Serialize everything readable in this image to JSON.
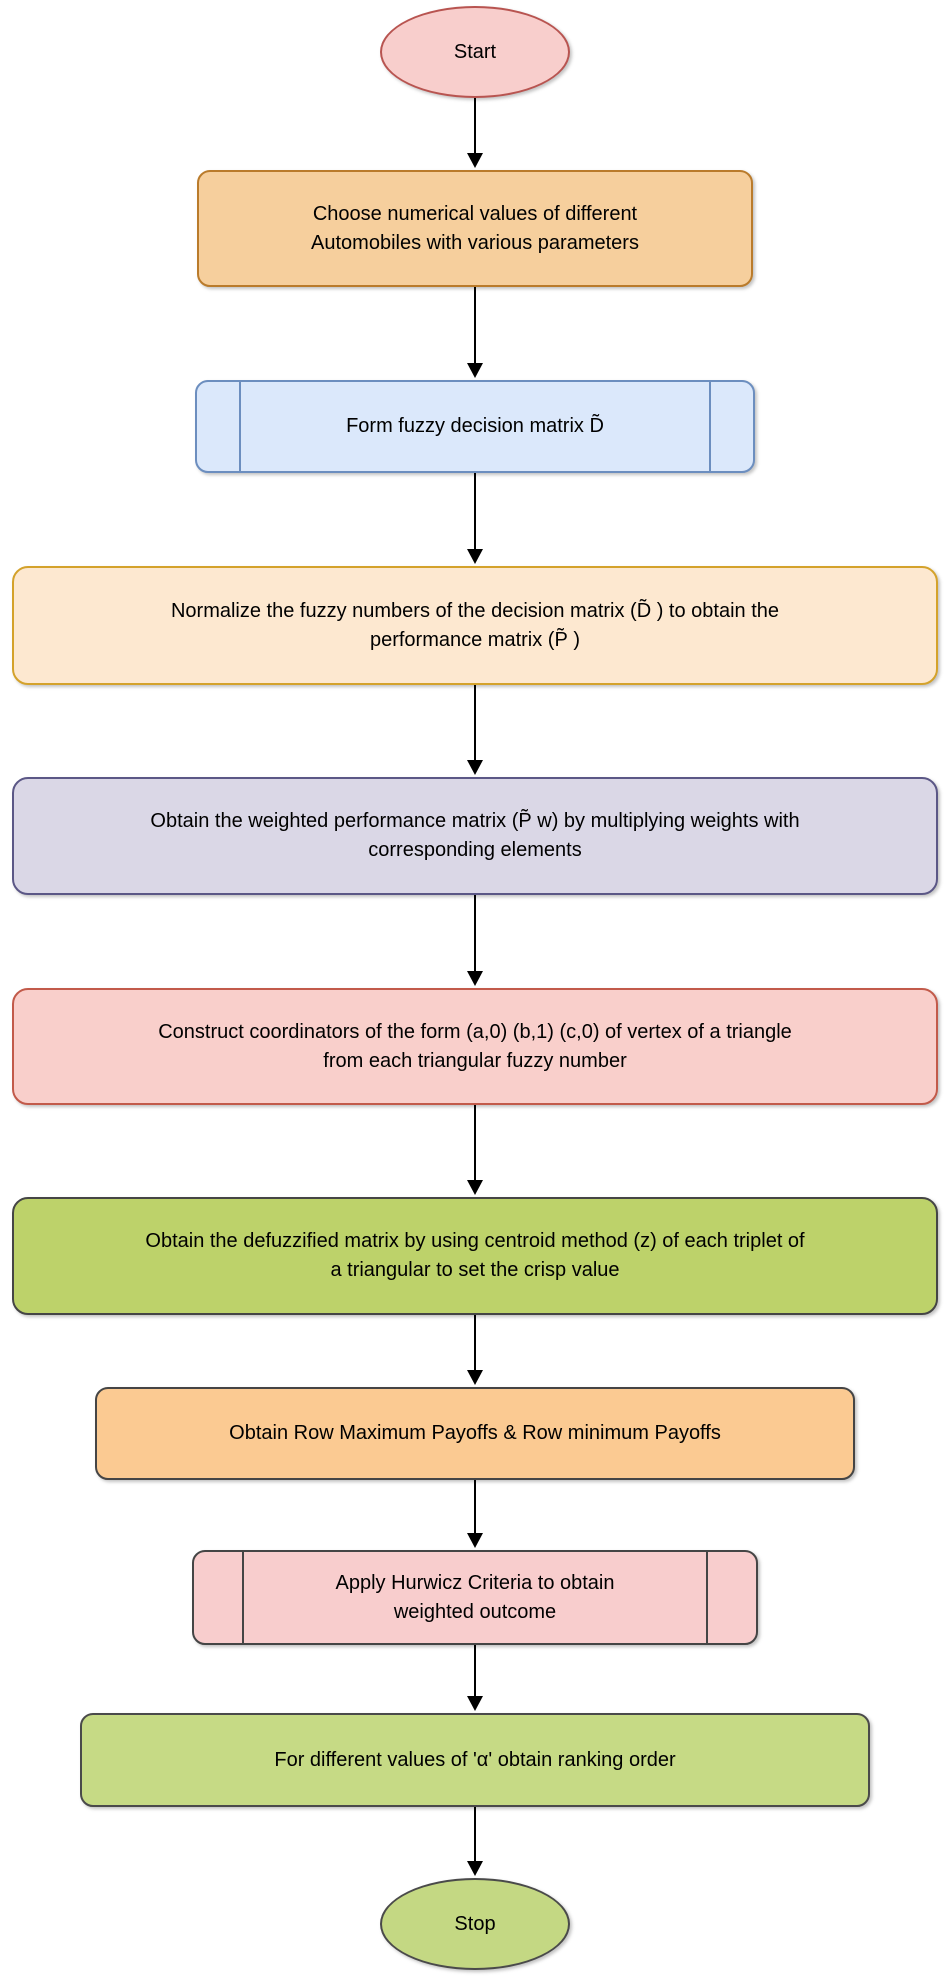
{
  "diagram": {
    "type": "flowchart",
    "nodes": {
      "start": {
        "label": "Start",
        "shape": "terminator",
        "fill": "#f8cecc",
        "border": "#b85450"
      },
      "choose": {
        "label": "Choose numerical values of different\nAutomobiles with various parameters",
        "shape": "process",
        "fill": "#f6cf9d",
        "border": "#ba7b2b"
      },
      "form_matrix": {
        "label": "Form fuzzy decision matrix D̃",
        "shape": "predefined-process",
        "fill": "#dbe8fb",
        "border": "#6c8ebf"
      },
      "normalize": {
        "label": "Normalize the fuzzy numbers of the decision matrix (D̃ ) to obtain the\nperformance matrix  (P̃ )",
        "shape": "process",
        "fill": "#fde8d0",
        "border": "#d4a22b"
      },
      "weighted": {
        "label": "Obtain the weighted performance matrix (P̃ w) by multiplying weights with\ncorresponding elements",
        "shape": "process",
        "fill": "#dad7e6",
        "border": "#5b5786"
      },
      "construct": {
        "label": "Construct coordinators of the form (a,0) (b,1) (c,0) of vertex of a triangle\nfrom each triangular fuzzy number",
        "shape": "process",
        "fill": "#f9cfcb",
        "border": "#c25a4a"
      },
      "defuzzified": {
        "label": "Obtain the defuzzified matrix by using centroid method (z) of each triplet of\na triangular to set the crisp value",
        "shape": "process",
        "fill": "#bdd26a",
        "border": "#454545"
      },
      "payoffs": {
        "label": "Obtain Row Maximum Payoffs & Row minimum Payoffs",
        "shape": "process",
        "fill": "#fbca92",
        "border": "#454545"
      },
      "hurwicz": {
        "label": "Apply Hurwicz Criteria to obtain\nweighted outcome",
        "shape": "predefined-process",
        "fill": "#f8cdcd",
        "border": "#454545"
      },
      "ranking": {
        "label": "For different values of 'α' obtain ranking order",
        "shape": "process",
        "fill": "#c6da85",
        "border": "#4a4a4a"
      },
      "stop": {
        "label": "Stop",
        "shape": "terminator",
        "fill": "#c4d883",
        "border": "#4a4a4a"
      }
    },
    "edges": [
      {
        "from": "start",
        "to": "choose"
      },
      {
        "from": "choose",
        "to": "form_matrix"
      },
      {
        "from": "form_matrix",
        "to": "normalize"
      },
      {
        "from": "normalize",
        "to": "weighted"
      },
      {
        "from": "weighted",
        "to": "construct"
      },
      {
        "from": "construct",
        "to": "defuzzified"
      },
      {
        "from": "defuzzified",
        "to": "payoffs"
      },
      {
        "from": "payoffs",
        "to": "hurwicz"
      },
      {
        "from": "hurwicz",
        "to": "ranking"
      },
      {
        "from": "ranking",
        "to": "stop"
      }
    ],
    "arrow_color": "#000000",
    "text_color": "#000000"
  }
}
